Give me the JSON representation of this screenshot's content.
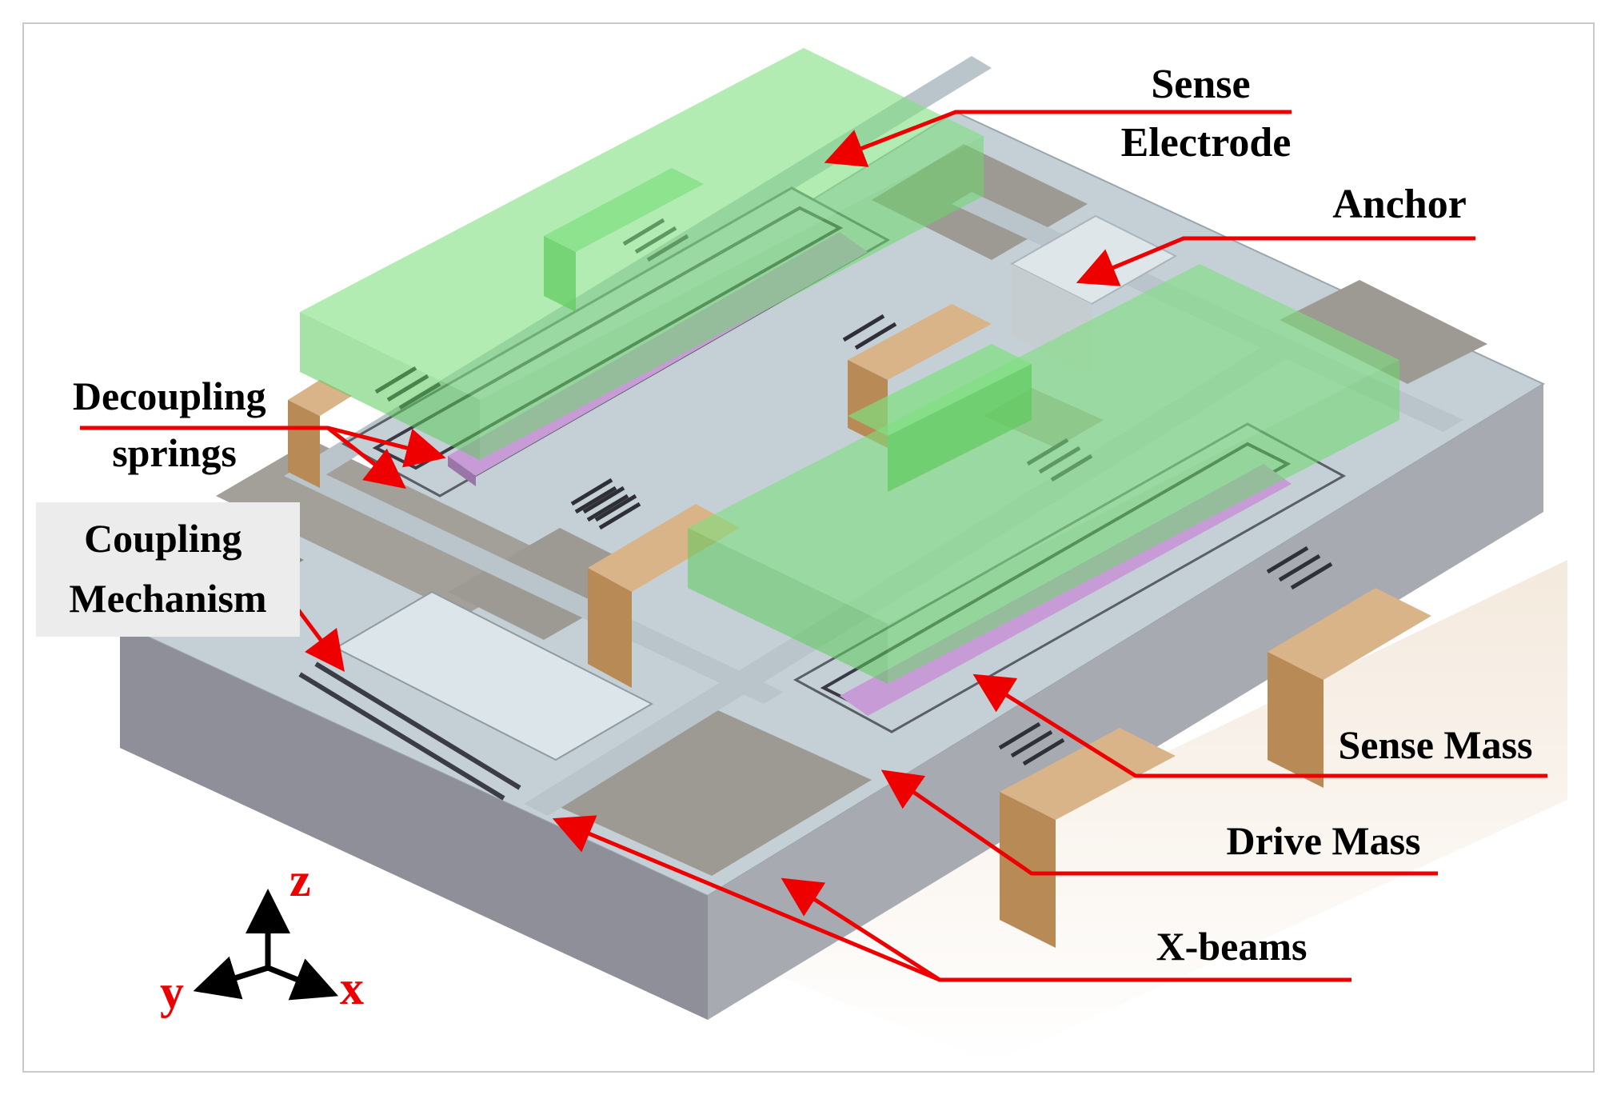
{
  "labels": {
    "sense_electrode_line1": "Sense",
    "sense_electrode_line2": "Electrode",
    "anchor": "Anchor",
    "decoupling_line1": "Decoupling",
    "decoupling_line2": "springs",
    "coupling_line1": "Coupling",
    "coupling_line2": "Mechanism",
    "sense_mass": "Sense Mass",
    "drive_mass": "Drive Mass",
    "x_beams": "X-beams"
  },
  "axes": {
    "z": "z",
    "y": "y",
    "x": "x"
  },
  "colors": {
    "leader": "#ee0000",
    "frame_top": "#c4d0d6",
    "frame_side": "#8f8f99",
    "pit": "#9c9a92",
    "anchor_block": "#c79d6c",
    "sense_mass": "#c79bd6",
    "electrode": "#7fe07f",
    "axis_arrow": "#000000"
  }
}
